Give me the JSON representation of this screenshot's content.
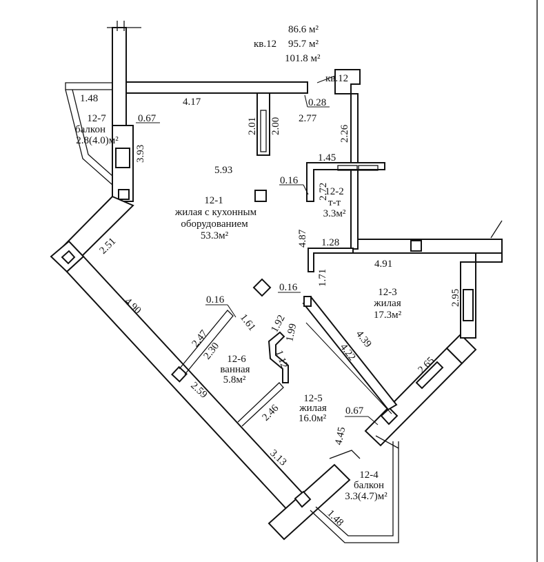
{
  "header": {
    "area_total": "86.6 м²",
    "apartment": "кв.12",
    "area_living": "95.7 м²",
    "area_with_balconies": "101.8 м²",
    "apartment_marker": "кв.12"
  },
  "rooms": [
    {
      "id": "12-1",
      "type": "жилая с кухонным",
      "type_cont": "оборудованием",
      "area": "53.3м²"
    },
    {
      "id": "12-2",
      "type": "т-т",
      "area": "3.3м²"
    },
    {
      "id": "12-3",
      "type": "жилая",
      "area": "17.3м²"
    },
    {
      "id": "12-4",
      "type": "балкон",
      "area": "3.3(4.7)м²"
    },
    {
      "id": "12-5",
      "type": "жилая",
      "area": "16.0м²"
    },
    {
      "id": "12-6",
      "type": "ванная",
      "area": "5.8м²"
    },
    {
      "id": "12-7",
      "type": "балкон",
      "area": "2.8(4.0)м²"
    }
  ],
  "dims": {
    "d_148_top": "1.48",
    "d_417": "4.17",
    "d_028": "0.28",
    "d_277": "2.77",
    "d_067_top": "0.67",
    "d_393": "3.93",
    "d_201": "2.01",
    "d_200": "2.00",
    "d_226": "2.26",
    "d_593": "5.93",
    "d_145": "1.45",
    "d_016_a": "0.16",
    "d_272": "2.72",
    "d_487": "4.87",
    "d_128": "1.28",
    "d_491": "4.91",
    "d_251": "2.51",
    "d_016_b": "0.16",
    "d_171": "1.71",
    "d_295": "2.95",
    "d_490": "4.90",
    "d_016_c": "0.16",
    "d_161": "1.61",
    "d_192": "1.92",
    "d_199": "1.99",
    "d_247": "2.47",
    "d_230": "2.30",
    "d_112": "1.12",
    "d_439": "4.39",
    "d_422": "4.22",
    "d_265": "2.65",
    "d_259": "2.59",
    "d_246": "2.46",
    "d_067_b": "0.67",
    "d_445": "4.45",
    "d_313": "3.13",
    "d_148_b": "1.48"
  }
}
